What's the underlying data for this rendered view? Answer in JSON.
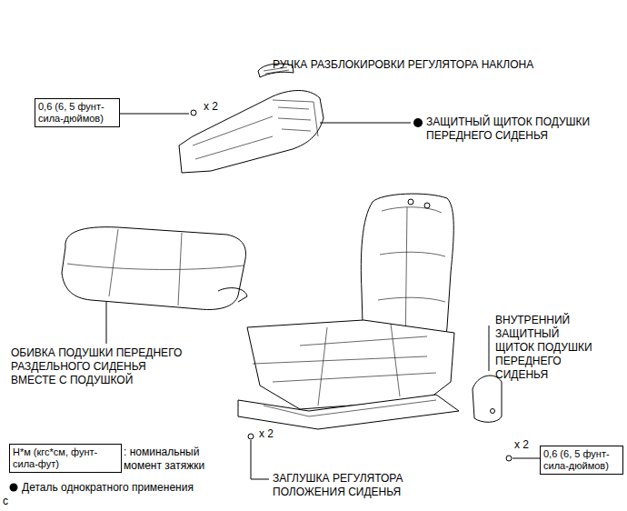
{
  "diagram": {
    "nodes": [
      {
        "text": [
          "0,6 (6, 5 фунт-сила-дюймов)"
        ]
      },
      {
        "text": [
          "Н*м (кгс*см, фунт-сила-фут)"
        ]
      },
      {
        "text": [
          "0,6 (6, 5 фунт-сила-дюймов)"
        ]
      }
    ],
    "labels": [
      "РУЧКА РАЗБЛОКИРОВКИ РЕГУЛЯТОРА НАКЛОНА",
      "x 2",
      "ЗАЩИТНЫЙ ЩИТОК ПОДУШКИ ПЕРЕДНЕГО СИДЕНЬЯ",
      "ОБИВКА ПОДУШКИ ПЕРЕДНЕГО РАЗДЕЛЬНОГО СИДЕНЬЯ ВМЕСТЕ С ПОДУШКОЙ",
      "ВНУТРЕННИЙ ЗАЩИТНЫЙ ЩИТОК ПОДУШКИ ПЕРЕДНЕГО СИДЕНЬЯ",
      "x 2",
      "x 2",
      "ЗАГЛУШКА РЕГУЛЯТОРА ПОЛОЖЕНИЯ СИДЕНЬЯ",
      "c"
    ],
    "legend": [
      {
        "text": ": номинальный момент затяжки"
      },
      {
        "text": "Деталь однократного применения"
      }
    ]
  }
}
